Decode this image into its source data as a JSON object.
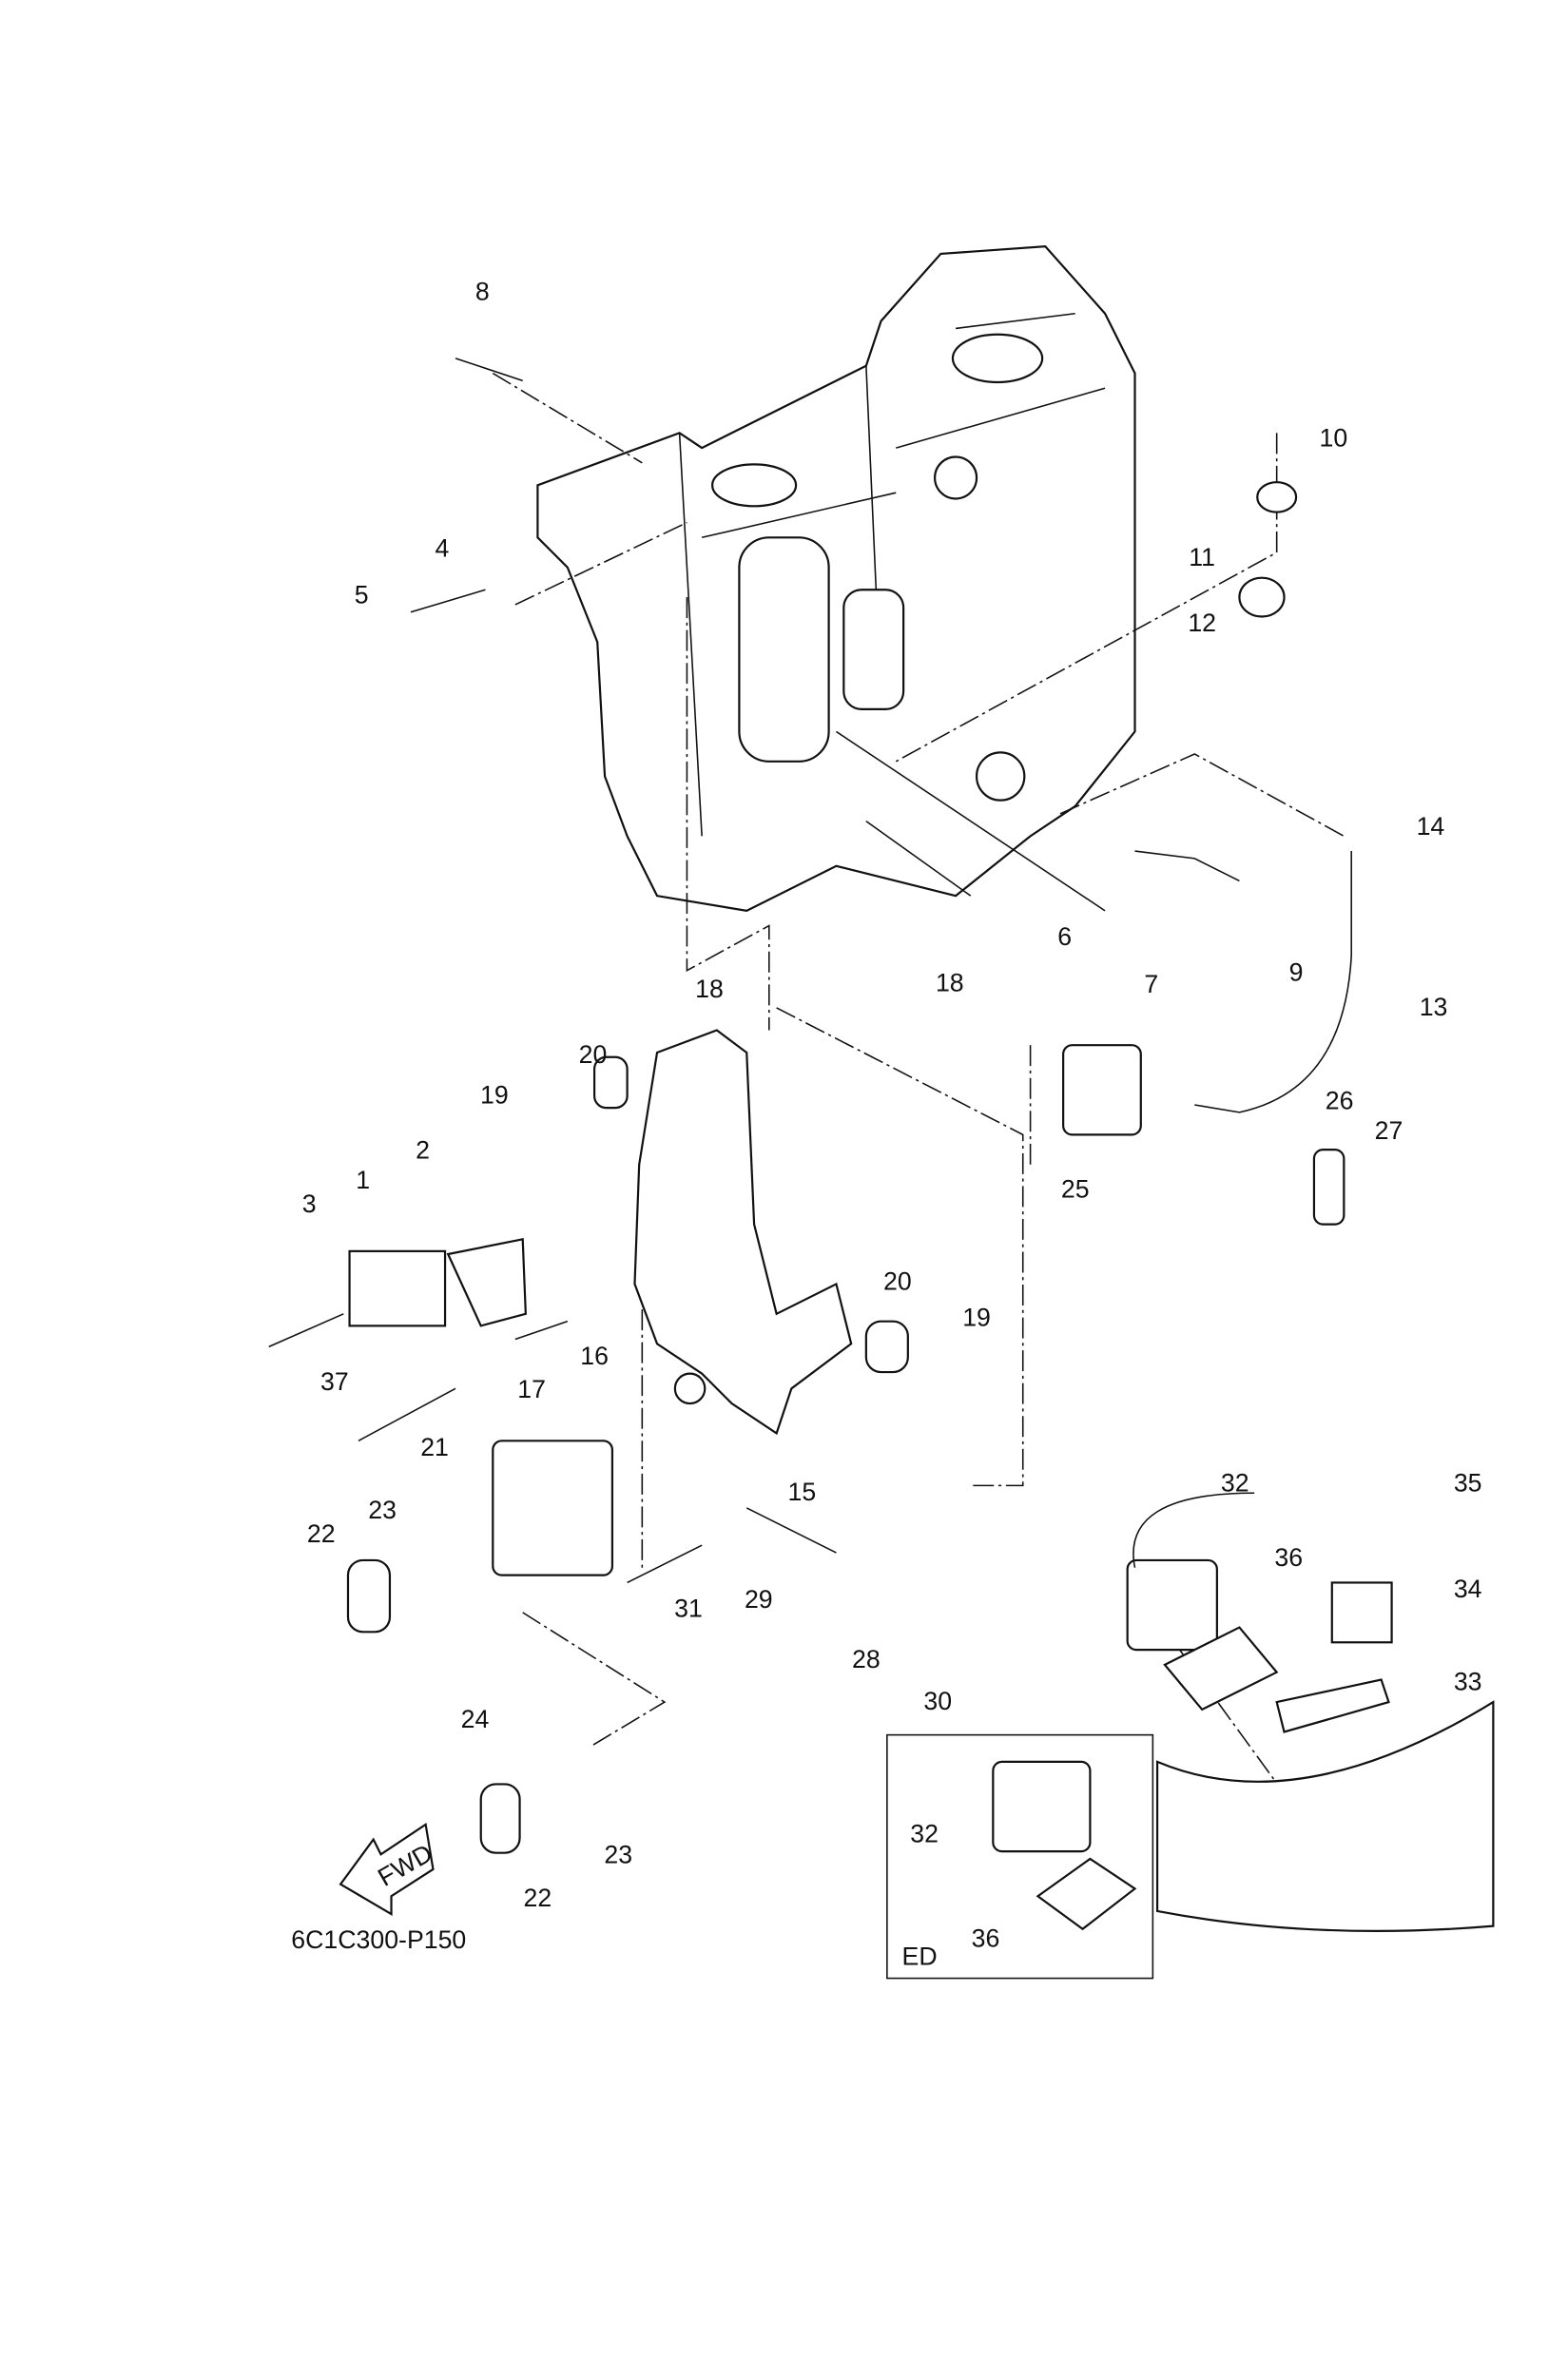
{
  "diagram": {
    "callouts": [
      "8",
      "10",
      "11",
      "12",
      "4",
      "5",
      "14",
      "6",
      "7",
      "9",
      "18",
      "13",
      "18",
      "20",
      "19",
      "26",
      "27",
      "2",
      "25",
      "3",
      "1",
      "20",
      "19",
      "16",
      "17",
      "37",
      "21",
      "15",
      "32",
      "35",
      "23",
      "22",
      "36",
      "34",
      "31",
      "29",
      "28",
      "33",
      "24",
      "30",
      "23",
      "32",
      "22",
      "36"
    ],
    "inset_label": "ED",
    "forward_arrow_label": "FWD",
    "drawing_code": "6C1C300-P150",
    "line_color": "#111111",
    "background_color": "#ffffff"
  }
}
